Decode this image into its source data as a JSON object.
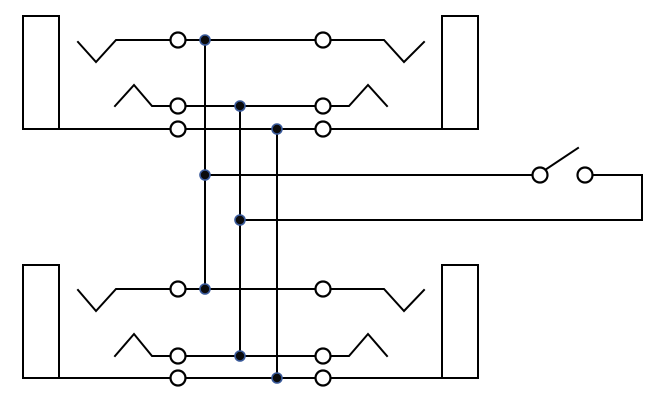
{
  "diagram": {
    "kind": "wiring-schematic",
    "modules": 2,
    "contacts_per_side": 3,
    "switch_state": "open",
    "colors": {
      "line": "#000000",
      "background": "#ffffff",
      "junction_fill": "#0b0b0b",
      "junction_rim": "#3a5a9a"
    }
  }
}
